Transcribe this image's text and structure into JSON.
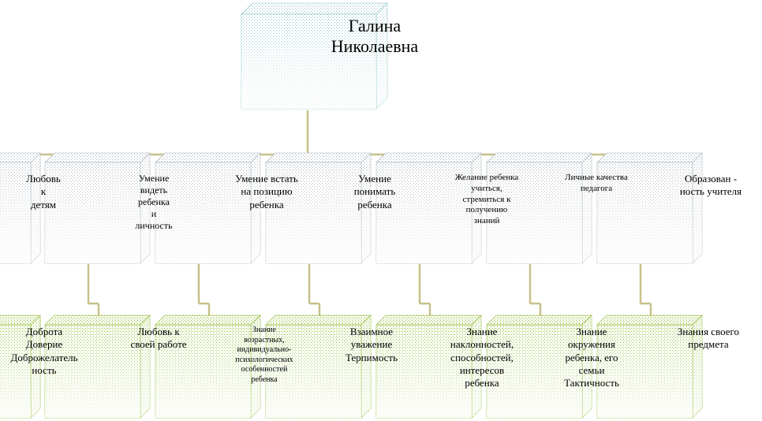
{
  "root": {
    "lines": [
      "Галина",
      "Николаевна"
    ]
  },
  "level1": [
    {
      "lines": [
        "Любовь",
        "к",
        "детям"
      ]
    },
    {
      "lines": [
        "Умение",
        "видеть",
        "ребенка",
        "и",
        "личность"
      ]
    },
    {
      "lines": [
        "Умение встать",
        "на позицию",
        "ребенка"
      ]
    },
    {
      "lines": [
        "Умение",
        "понимать",
        "ребенка"
      ]
    },
    {
      "lines": [
        "Желание ребенка",
        "учиться,",
        "стремиться к",
        "получению",
        "знаний"
      ]
    },
    {
      "lines": [
        "Личные качества",
        "педагога"
      ]
    },
    {
      "lines": [
        "Образован -",
        "ность учителя"
      ]
    }
  ],
  "level2": [
    {
      "lines": [
        "Доброта",
        "Доверие",
        "Доброжелатель",
        "ность"
      ]
    },
    {
      "lines": [
        "Любовь к",
        "своей работе"
      ]
    },
    {
      "lines": [
        "Знание",
        "возрастных,",
        "индивидуально-",
        "психологических",
        "особенностей",
        "ребенка"
      ]
    },
    {
      "lines": [
        "Взаимное",
        "уважение",
        "Терпимость"
      ]
    },
    {
      "lines": [
        "Знание",
        "наклонностей,",
        "способностей,",
        "интересов",
        "ребенка"
      ]
    },
    {
      "lines": [
        "Знание",
        "окружения",
        "ребенка, его",
        "семьи",
        "Тактичность"
      ]
    },
    {
      "lines": [
        "Знания своего",
        "предмета"
      ]
    }
  ],
  "colors": {
    "root_edge": "#8fc3c8",
    "level1_edge": "#a8b4bc",
    "level2_edge": "#8ab82a",
    "connector": "#c8c08a"
  }
}
